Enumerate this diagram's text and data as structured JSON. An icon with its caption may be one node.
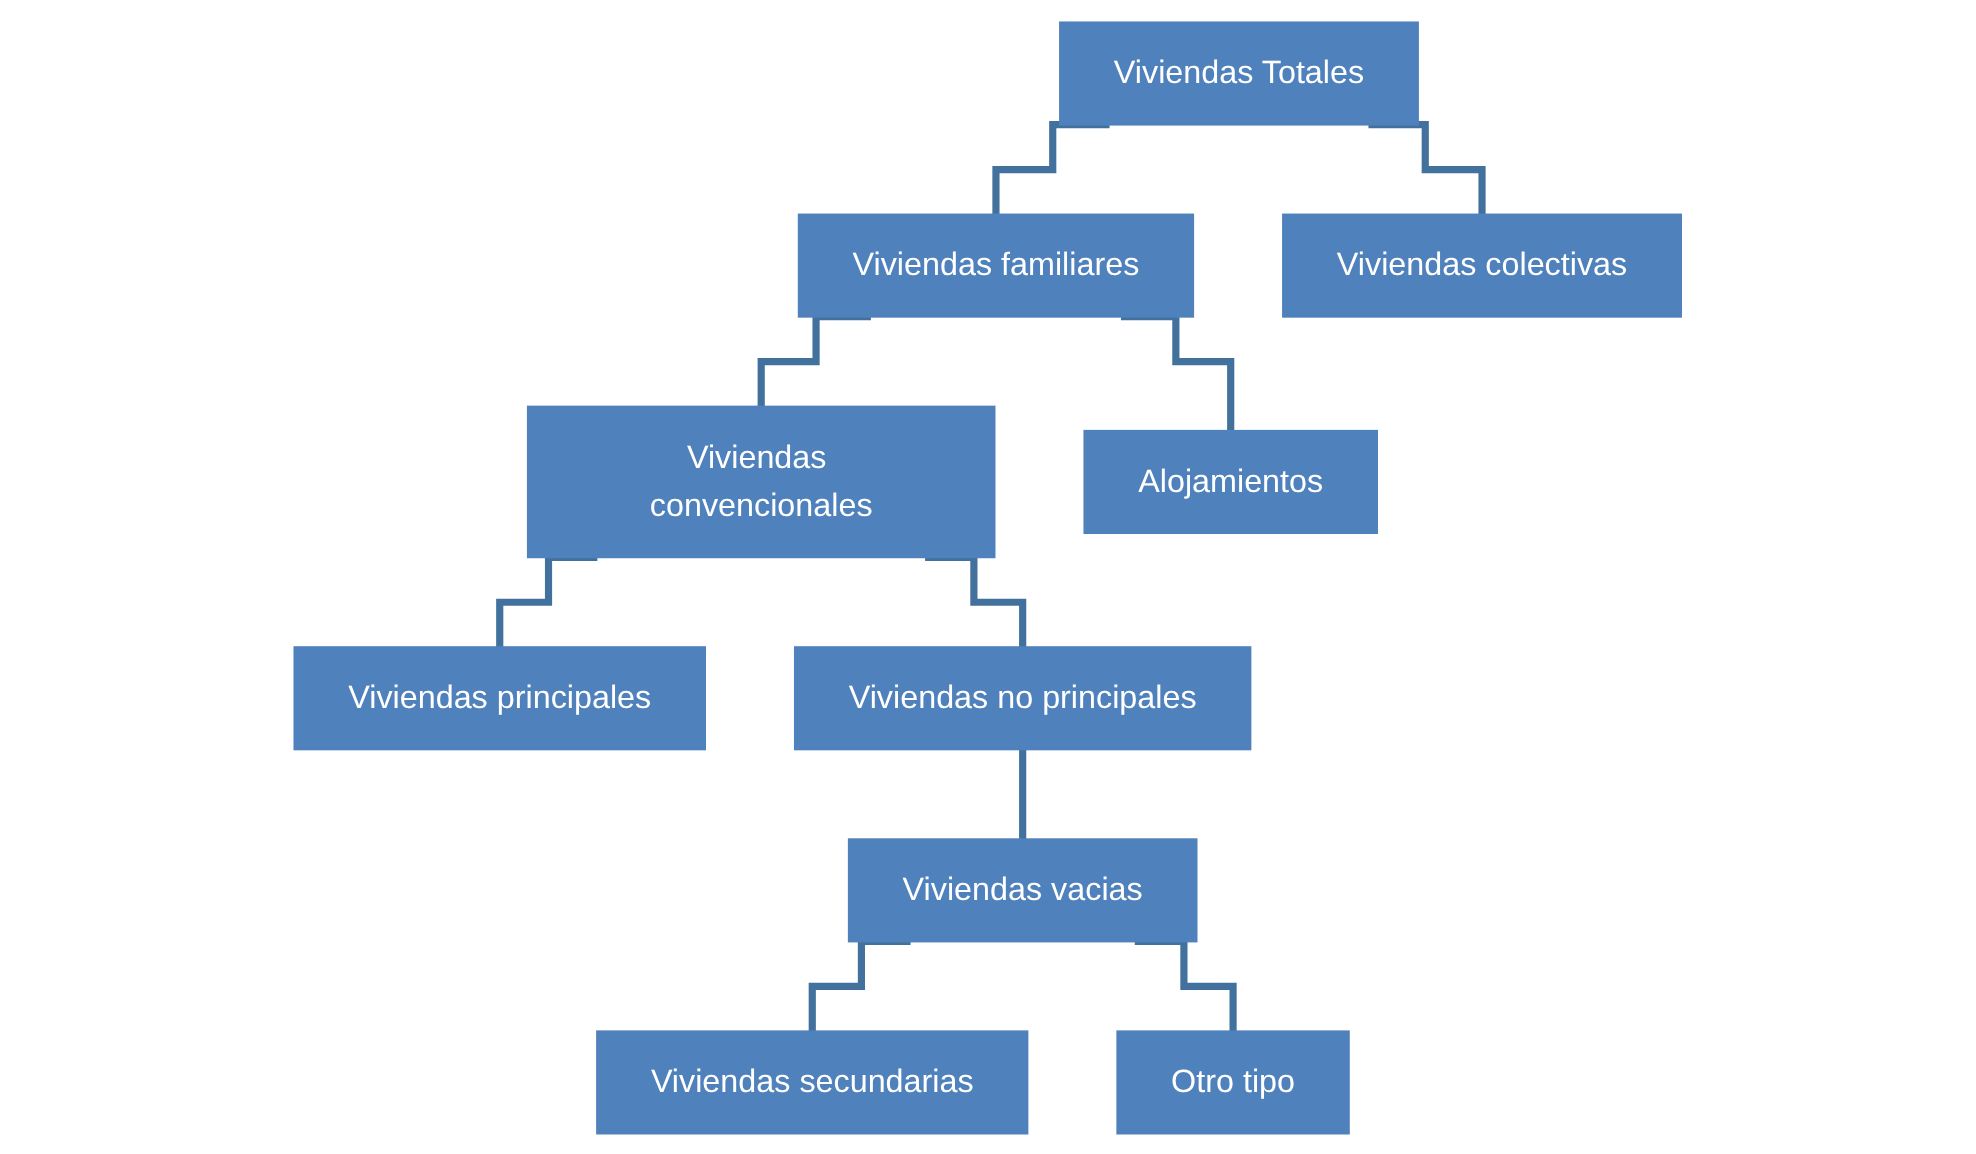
{
  "diagram": {
    "nodes": [
      {
        "text": [
          "Viviendas Totales"
        ]
      },
      {
        "text": [
          "Viviendas familiares"
        ]
      },
      {
        "text": [
          "Viviendas colectivas"
        ]
      },
      {
        "text": [
          "Viviendas convencionales"
        ]
      },
      {
        "text": [
          "Alojamientos"
        ]
      },
      {
        "text": [
          "Viviendas principales"
        ]
      },
      {
        "text": [
          "Viviendas no principales"
        ]
      },
      {
        "text": [
          "Viviendas secundarias"
        ]
      },
      {
        "text": [
          "Viviendas vacias"
        ]
      },
      {
        "text": [
          "Otro tipo"
        ]
      }
    ],
    "edges": [
      {
        "from": 0,
        "to": 1,
        "arrow": "none"
      },
      {
        "from": 0,
        "to": 2,
        "arrow": "none"
      },
      {
        "from": 1,
        "to": 3,
        "arrow": "none"
      },
      {
        "from": 1,
        "to": 4,
        "arrow": "none"
      },
      {
        "from": 3,
        "to": 5,
        "arrow": "none"
      },
      {
        "from": 3,
        "to": 6,
        "arrow": "none"
      },
      {
        "from": 6,
        "to": 8,
        "arrow": "none"
      },
      {
        "from": 8,
        "to": 7,
        "arrow": "none"
      },
      {
        "from": 8,
        "to": 9,
        "arrow": "none"
      }
    ]
  }
}
